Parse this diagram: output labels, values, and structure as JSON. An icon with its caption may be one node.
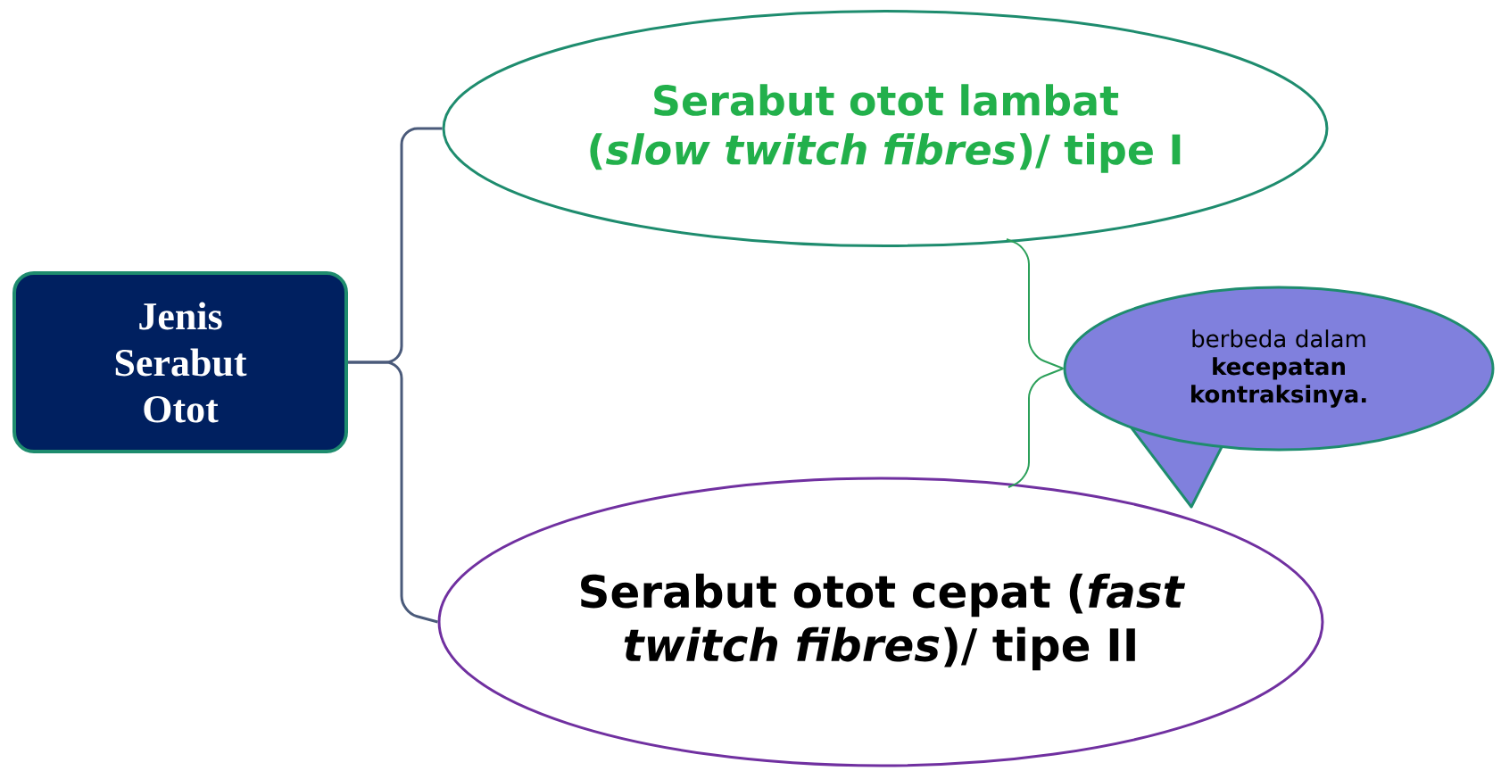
{
  "diagram": {
    "nodes": [
      {
        "text": [
          "Jenis Serabut Otot"
        ]
      },
      {
        "text": [
          "Serabut otot lambat (*slow twitch fibres*)/ tipe I"
        ]
      },
      {
        "text": [
          "Serabut otot cepat (*fast twitch fibres*)/ tipe II"
        ]
      },
      {
        "text": [
          "berbeda dalam **kecepatan kontraksinya.**"
        ]
      }
    ],
    "edges": [
      {
        "from": 0,
        "to": 1,
        "arrow": "none"
      },
      {
        "from": 0,
        "to": 2,
        "arrow": "none"
      },
      {
        "from": 1,
        "to": 3,
        "arrow": "none",
        "color": "#2ca05a"
      },
      {
        "from": 2,
        "to": 3,
        "arrow": "none",
        "color": "#2ca05a"
      }
    ]
  }
}
